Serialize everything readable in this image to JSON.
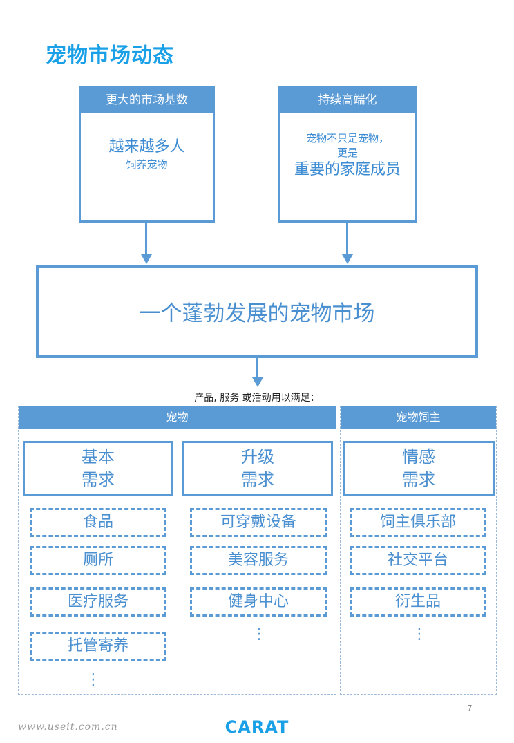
{
  "page_title": "宠物市场动态",
  "box_left": {
    "header": "更大的市场基数",
    "line1": "越来越多人",
    "line2": "饲养宠物"
  },
  "box_right": {
    "header": "持续高端化",
    "line1": "宠物不只是宠物，",
    "line2": "更是",
    "line3": "重要的家庭成员"
  },
  "market": "一个蓬勃发展的宠物市场",
  "caption": "产品, 服务 或活动用以满足：",
  "section_pet": {
    "header": "宠物",
    "basic_needs": {
      "line1": "基本",
      "line2": "需求"
    },
    "upgrade_needs": {
      "line1": "升级",
      "line2": "需求"
    },
    "basic_items": [
      "食品",
      "厕所",
      "医疗服务",
      "托管寄养"
    ],
    "upgrade_items": [
      "可穿戴设备",
      "美容服务",
      "健身中心"
    ]
  },
  "section_owner": {
    "header": "宠物饲主",
    "emotional_needs": {
      "line1": "情感",
      "line2": "需求"
    },
    "items": [
      "饲主俱乐部",
      "社交平台",
      "衍生品"
    ]
  },
  "ellipsis": "⋮",
  "page_number": "7",
  "brand": "CARAT",
  "watermark": "www.useit.com.cn",
  "colors": {
    "accent": "#5b9bd5",
    "title": "#1aa0e6"
  }
}
